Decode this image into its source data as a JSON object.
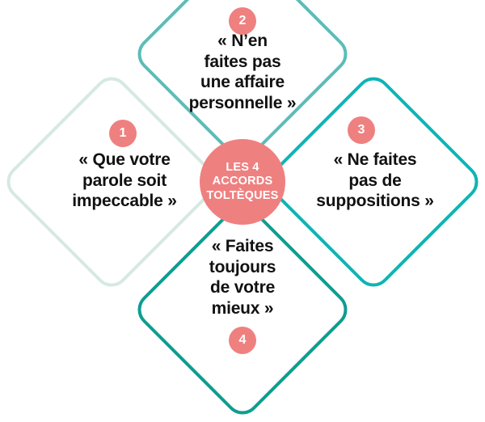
{
  "graphic": {
    "title": "Les 4 accords toltèques",
    "type": "diamond-pinwheel-infographic"
  },
  "center": {
    "label": "LES 4\nACCORDS\nTOLTÈQUES",
    "color": "#ef8080",
    "text_color": "#ffffff"
  },
  "accent_color": "#ef8080",
  "text_color": "#111111",
  "items": [
    {
      "number": "1",
      "text": "« Que votre\nparole soit\nimpeccable »",
      "position": "left",
      "border_color": "#d6e9e1"
    },
    {
      "number": "2",
      "text": "« N’en\nfaites pas\nune affaire\npersonnelle »",
      "position": "top",
      "border_color": "#5cbcb8"
    },
    {
      "number": "3",
      "text": "« Ne faites\npas de\nsuppositions »",
      "position": "right",
      "border_color": "#0fb4b4"
    },
    {
      "number": "4",
      "text": "« Faites\ntoujours\nde votre\nmieux »",
      "position": "bottom",
      "border_color": "#0d9d90"
    }
  ]
}
